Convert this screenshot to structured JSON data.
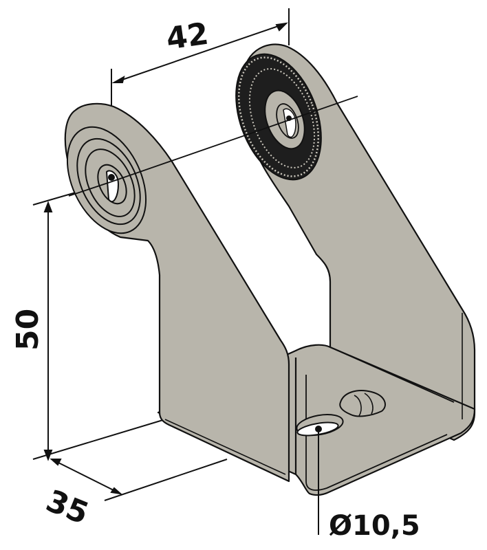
{
  "drawing": {
    "subject": "U-bracket with two slotted mounting ears",
    "colors": {
      "body_fill": "#b8b5ab",
      "outline": "#111111",
      "background": "#ffffff",
      "serration": "#1a1a1a"
    }
  },
  "dimensions": {
    "width_between_ears": {
      "value": "42",
      "unit": "mm"
    },
    "height": {
      "value": "50",
      "unit": "mm"
    },
    "depth": {
      "value": "35",
      "unit": "mm"
    },
    "hole_diameter": {
      "value": "Ø10,5",
      "unit": "mm"
    }
  },
  "features": {
    "left_ear": "smooth concentric washer face with keyhole slot",
    "right_ear": "serrated washer face with keyhole slot",
    "base": "round hole and slotted hole"
  }
}
